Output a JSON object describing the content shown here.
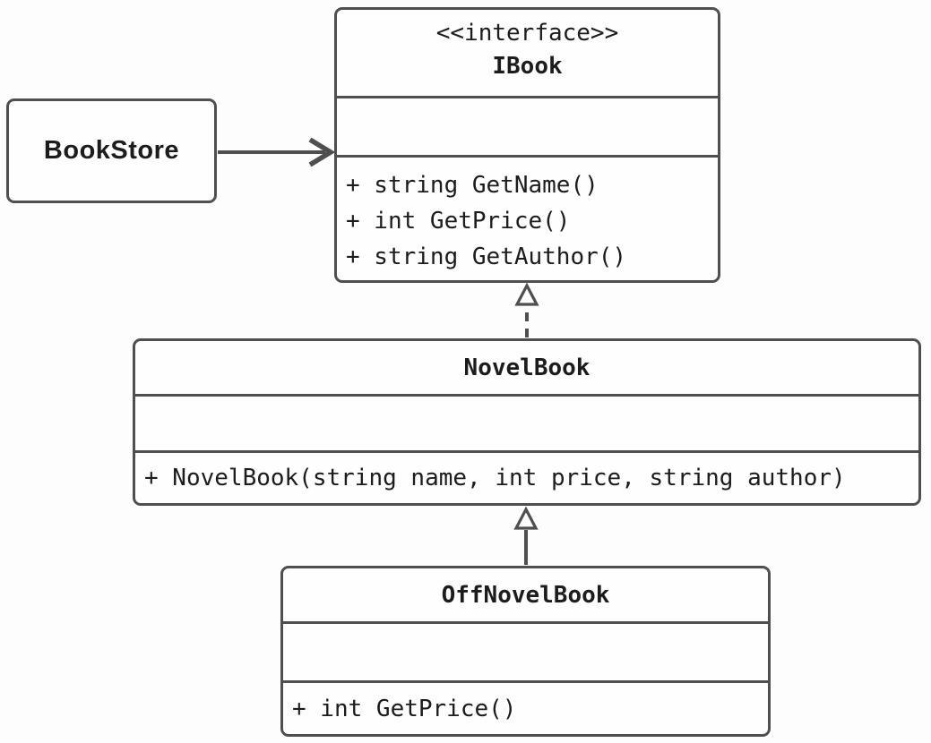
{
  "canvas": {
    "background_color": "#fdfdfd",
    "stroke_color": "#4f4f4f",
    "text_color": "#1c1c1c"
  },
  "classes": {
    "bookstore": {
      "name": "BookStore"
    },
    "ibook": {
      "stereotype": "<<interface>>",
      "name": "IBook",
      "fields": [],
      "methods": [
        "+ string GetName()",
        "+ int GetPrice()",
        "+ string GetAuthor()"
      ]
    },
    "novelbook": {
      "name": "NovelBook",
      "fields": [],
      "methods": [
        "+ NovelBook(string name, int price, string author)"
      ]
    },
    "offnovelbook": {
      "name": "OffNovelBook",
      "fields": [],
      "methods": [
        "+ int GetPrice()"
      ]
    }
  },
  "relations": [
    {
      "type": "association",
      "from": "BookStore",
      "to": "IBook",
      "line": "solid",
      "arrowhead": "open-vee"
    },
    {
      "type": "realization",
      "from": "NovelBook",
      "to": "IBook",
      "line": "dashed",
      "arrowhead": "hollow-triangle"
    },
    {
      "type": "generalization",
      "from": "OffNovelBook",
      "to": "NovelBook",
      "line": "solid",
      "arrowhead": "hollow-triangle"
    }
  ]
}
